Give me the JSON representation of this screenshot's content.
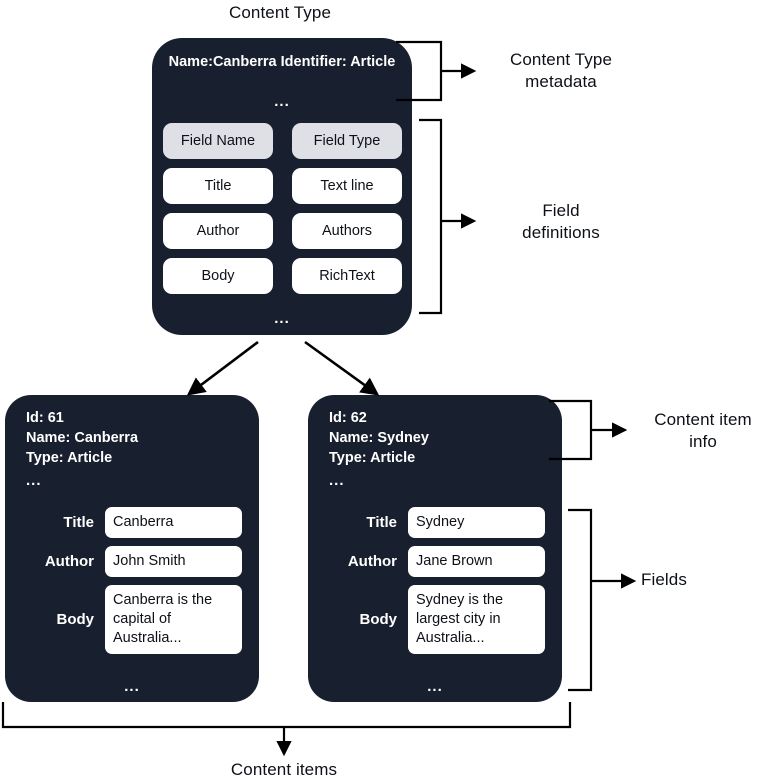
{
  "diagram": {
    "title_top": "Content Type",
    "title_bottom": "Content items"
  },
  "content_type": {
    "metadata_lines": "Name:Canberra\nIdentifier: Article",
    "ellipsis": "...",
    "ellipsis_bottom": "...",
    "table": {
      "headers": [
        "Field Name",
        "Field Type"
      ],
      "rows": [
        [
          "Title",
          "Text line"
        ],
        [
          "Author",
          "Authors"
        ],
        [
          "Body",
          "RichText"
        ]
      ]
    }
  },
  "content_items": [
    {
      "info": "Id: 61\nName: Canberra\nType: Article",
      "ellipsis": "...",
      "ellipsis_bottom": "...",
      "fields": [
        {
          "name": "Title",
          "value": "Canberra"
        },
        {
          "name": "Author",
          "value": "John Smith"
        },
        {
          "name": "Body",
          "value": "Canberra is the capital of Australia..."
        }
      ]
    },
    {
      "info": "Id: 62\nName: Sydney\nType: Article",
      "ellipsis": "...",
      "ellipsis_bottom": "...",
      "fields": [
        {
          "name": "Title",
          "value": "Sydney"
        },
        {
          "name": "Author",
          "value": "Jane Brown"
        },
        {
          "name": "Body",
          "value": "Sydney is the largest city in Australia..."
        }
      ]
    }
  ],
  "annotations": {
    "content_type_metadata": "Content Type\nmetadata",
    "field_definitions": "Field\ndefinitions",
    "content_item_info": "Content item\ninfo",
    "fields": "Fields"
  },
  "colors": {
    "card_background": "#181f2e",
    "page_background": "#ffffff",
    "header_chip": "#dfdfe6",
    "value_chip": "#ffffff",
    "text_dark": "#0d1117",
    "text_light": "#ffffff",
    "connector": "#000000"
  }
}
